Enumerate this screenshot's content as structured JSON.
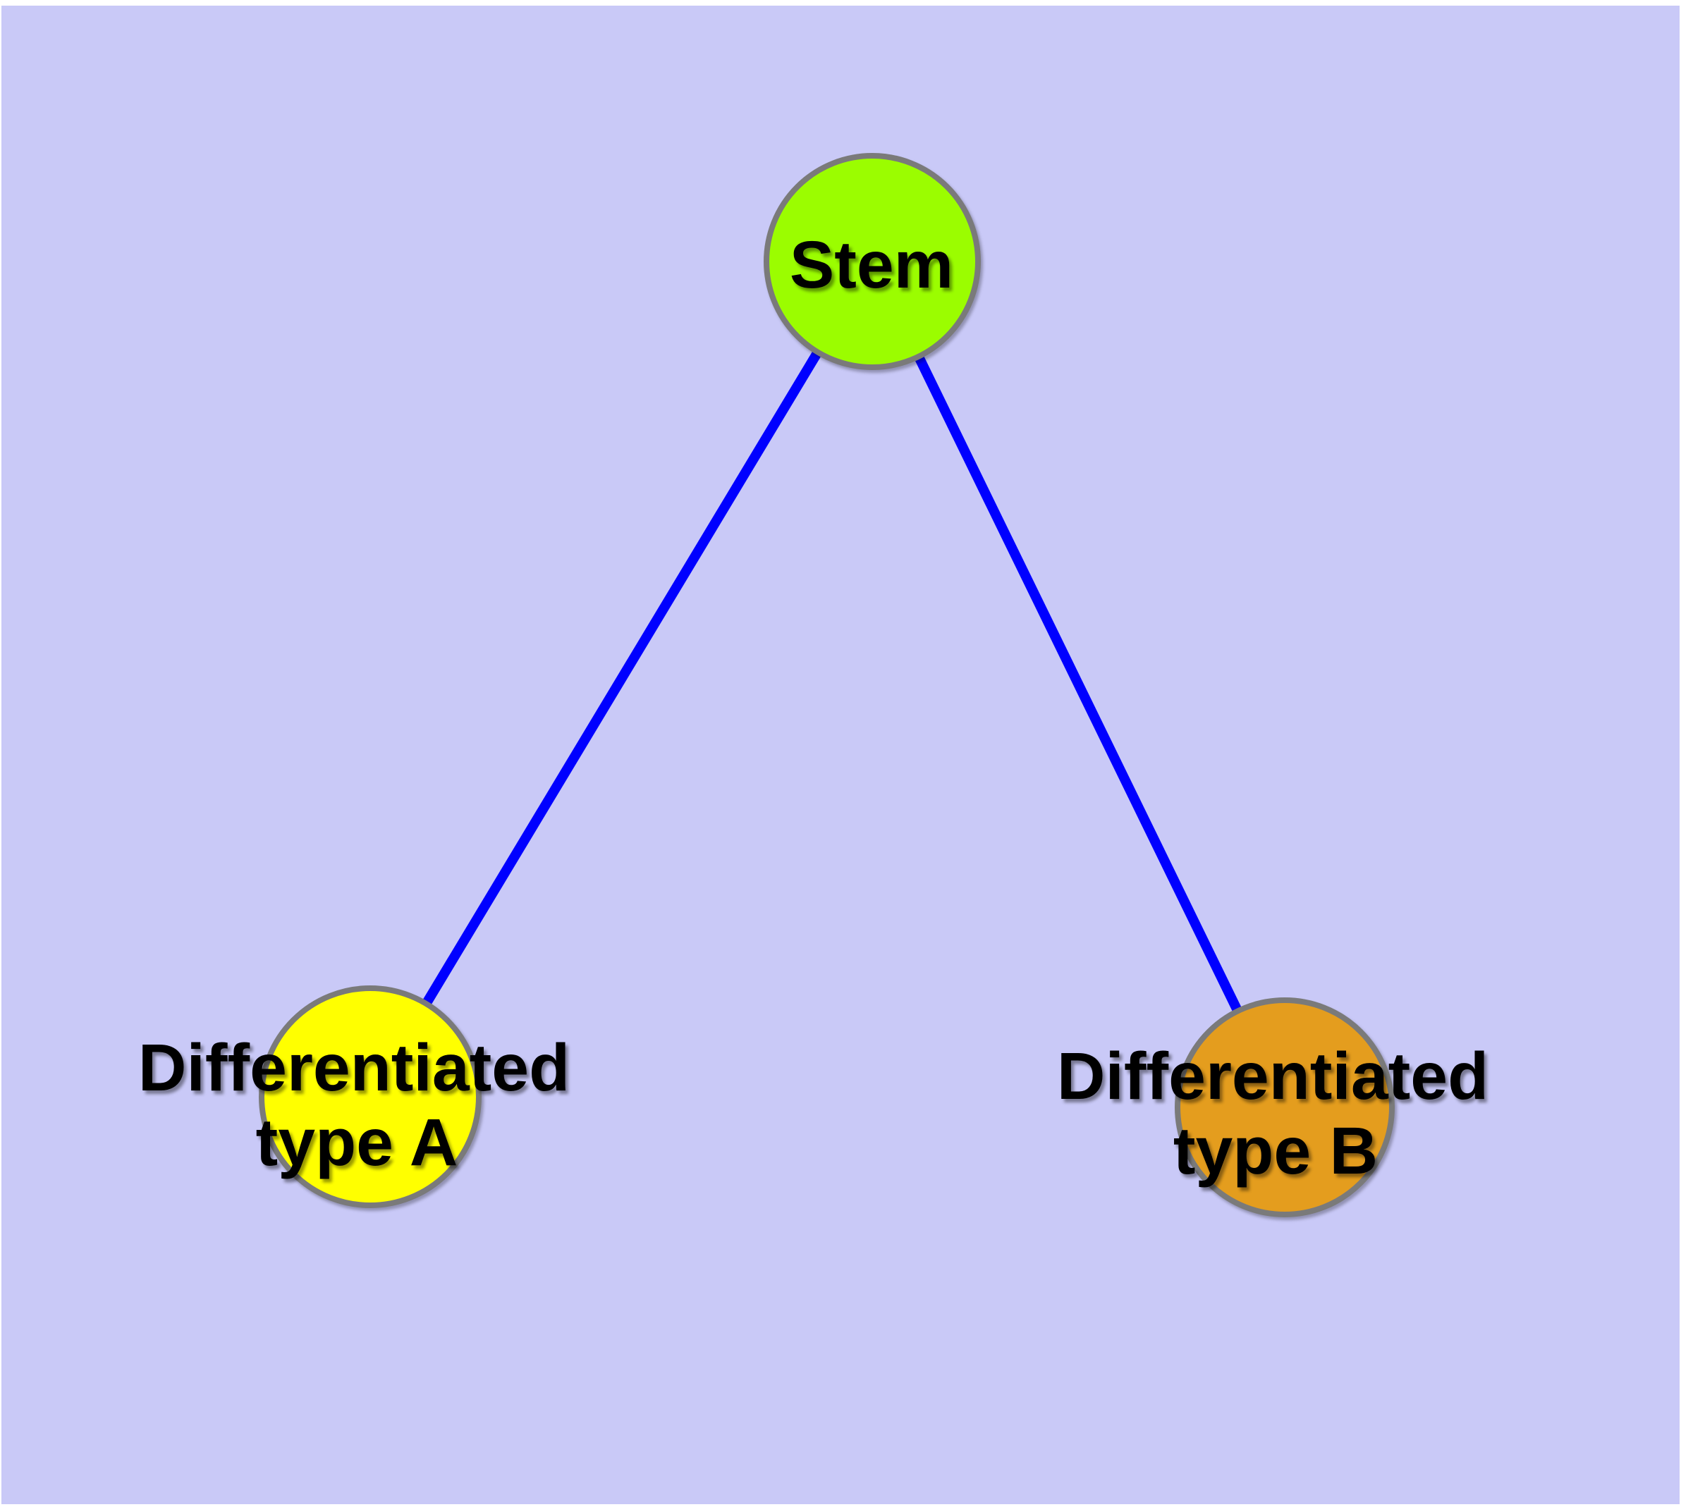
{
  "colors": {
    "page_background": "#FFFFFF",
    "canvas_background": "#C9C9F7",
    "edge": "#0000FF",
    "node_border": "#7A7A7A",
    "label_text": "#000000"
  },
  "nodes": {
    "stem": {
      "label": "Stem",
      "fill": "#9BFD00"
    },
    "type_a": {
      "label_line1": "Differentiated",
      "label_line2": "type A",
      "fill": "#FFFF00"
    },
    "type_b": {
      "label_line1": "Differentiated",
      "label_line2": "type B",
      "fill": "#E49D1E"
    }
  },
  "edges": [
    {
      "from": "Stem",
      "to": "Differentiated type A"
    },
    {
      "from": "Stem",
      "to": "Differentiated type B"
    }
  ]
}
